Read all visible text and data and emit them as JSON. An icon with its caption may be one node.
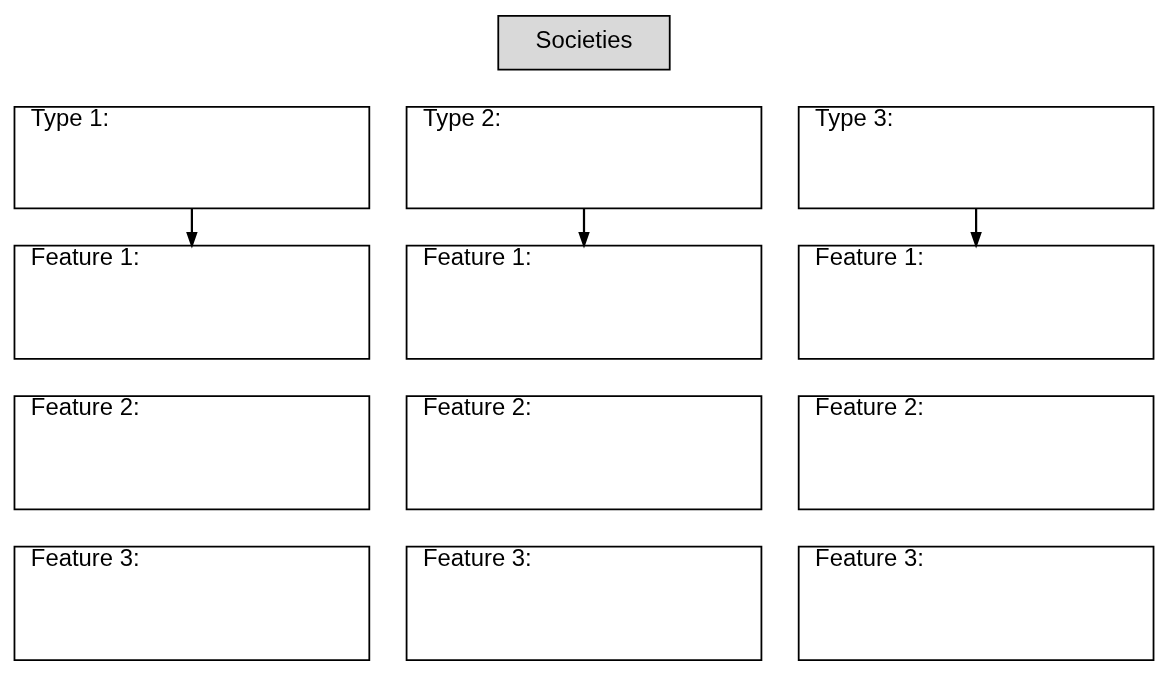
{
  "diagram": {
    "nodes": [
      {
        "text": [
          "Societies"
        ]
      },
      {
        "text": [
          "Type 1:"
        ]
      },
      {
        "text": [
          "Type 2:"
        ]
      },
      {
        "text": [
          "Type 3:"
        ]
      },
      {
        "text": [
          "Feature 1:"
        ]
      },
      {
        "text": [
          "Feature 1:"
        ]
      },
      {
        "text": [
          "Feature 1:"
        ]
      },
      {
        "text": [
          "Feature 2:"
        ]
      },
      {
        "text": [
          "Feature 2:"
        ]
      },
      {
        "text": [
          "Feature 2:"
        ]
      },
      {
        "text": [
          "Feature 3:"
        ]
      },
      {
        "text": [
          "Feature 3:"
        ]
      },
      {
        "text": [
          "Feature 3:"
        ]
      }
    ],
    "edges": [
      {
        "from": 1,
        "to": 4,
        "arrow": "to"
      },
      {
        "from": 2,
        "to": 5,
        "arrow": "to"
      },
      {
        "from": 3,
        "to": 6,
        "arrow": "to"
      }
    ]
  }
}
